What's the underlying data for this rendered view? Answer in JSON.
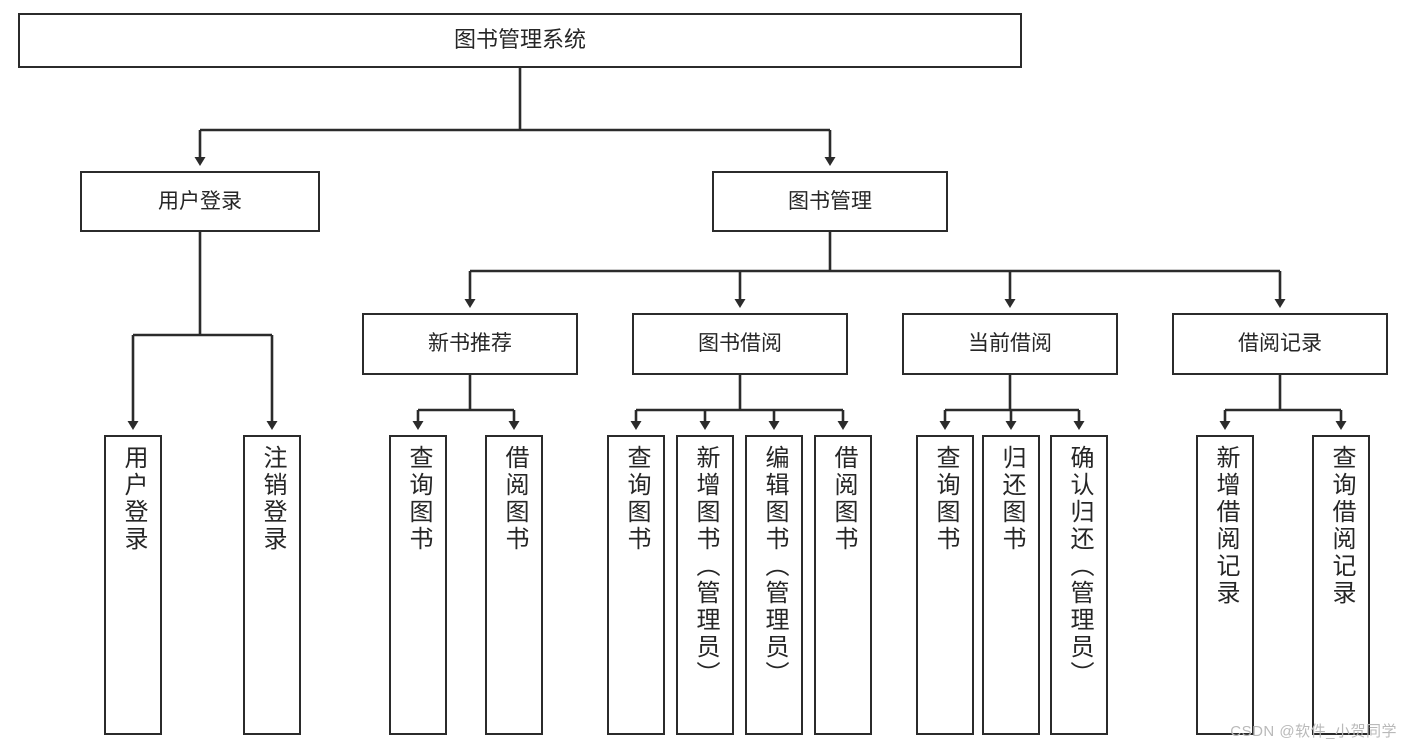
{
  "diagram": {
    "title": "图书管理系统",
    "type": "hierarchy-tree",
    "root": {
      "label": "图书管理系统"
    },
    "level2": [
      {
        "label": "用户登录"
      },
      {
        "label": "图书管理"
      }
    ],
    "level3": [
      {
        "label": "新书推荐"
      },
      {
        "label": "图书借阅"
      },
      {
        "label": "当前借阅"
      },
      {
        "label": "借阅记录"
      }
    ],
    "leaves": {
      "user_login": [
        {
          "label": "用户登录"
        },
        {
          "label": "注销登录"
        }
      ],
      "new_book": [
        {
          "label": "查询图书"
        },
        {
          "label": "借阅图书"
        }
      ],
      "book_borrow": [
        {
          "label": "查询图书"
        },
        {
          "label": "新增图书（管理员）"
        },
        {
          "label": "编辑图书（管理员）"
        },
        {
          "label": "借阅图书"
        }
      ],
      "current_borrow": [
        {
          "label": "查询图书"
        },
        {
          "label": "归还图书"
        },
        {
          "label": "确认归还（管理员）"
        }
      ],
      "borrow_record": [
        {
          "label": "新增借阅记录"
        },
        {
          "label": "查询借阅记录"
        }
      ]
    }
  },
  "watermark": {
    "text": "CSDN @软件_小贺同学"
  },
  "colors": {
    "stroke": "#2b2b2b",
    "background": "#ffffff",
    "text": "#262626",
    "watermark": "#b9b9b9"
  }
}
